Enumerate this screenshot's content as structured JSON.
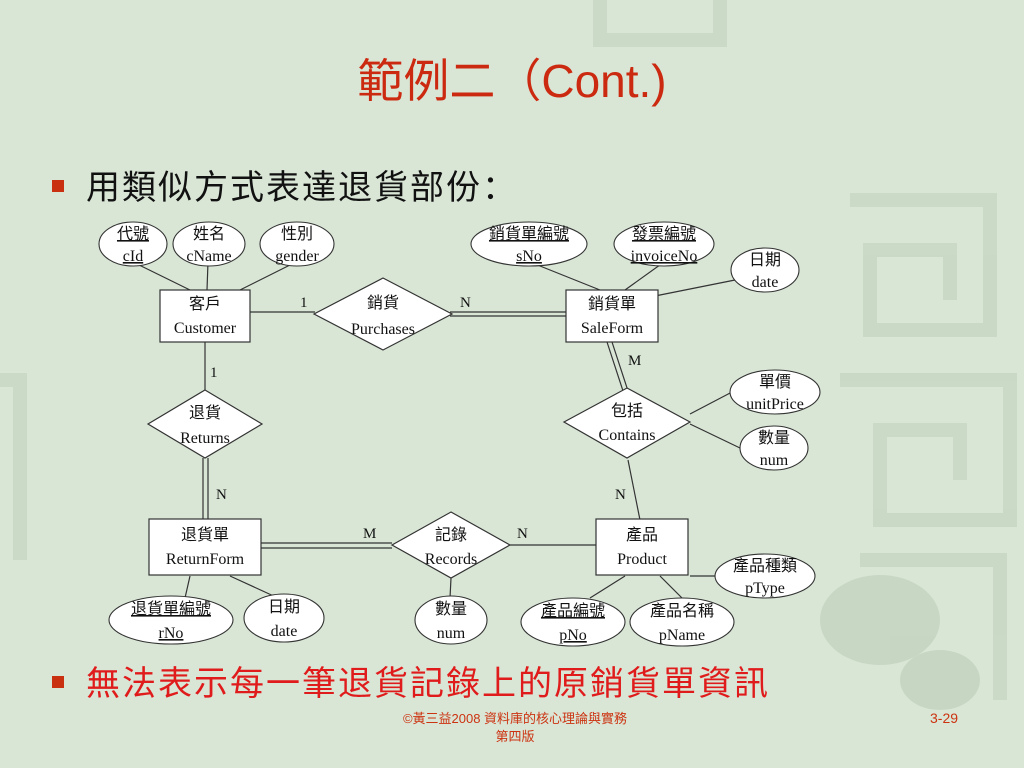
{
  "slide": {
    "title_cjk": "範例二（",
    "title_latin": "Cont.)",
    "bullet1": "用類似方式表達退貨部份：",
    "bullet2": "無法表示每一筆退貨記錄上的原銷貨單資訊",
    "footer_line1": "©黃三益2008 資料庫的核心理論與實務",
    "footer_line2": "第四版",
    "page": "3-29"
  },
  "colors": {
    "background": "#d9e6d6",
    "title": "#cc2a10",
    "warning": "#e01b1b",
    "bullet_marker": "#c8300f"
  },
  "diagram": {
    "entities": [
      {
        "id": "customer",
        "l1": "客戶",
        "l2": "Customer"
      },
      {
        "id": "saleform",
        "l1": "銷貨單",
        "l2": "SaleForm"
      },
      {
        "id": "returnform",
        "l1": "退貨單",
        "l2": "ReturnForm"
      },
      {
        "id": "product",
        "l1": "產品",
        "l2": "Product"
      }
    ],
    "relationships": [
      {
        "id": "purchases",
        "l1": "銷貨",
        "l2": "Purchases"
      },
      {
        "id": "returns",
        "l1": "退貨",
        "l2": "Returns"
      },
      {
        "id": "contains",
        "l1": "包括",
        "l2": "Contains"
      },
      {
        "id": "records",
        "l1": "記錄",
        "l2": "Records"
      }
    ],
    "attributes": [
      {
        "id": "cid",
        "l1": "代號",
        "l2": "cId",
        "key": true
      },
      {
        "id": "cname",
        "l1": "姓名",
        "l2": "cName",
        "key": false
      },
      {
        "id": "gender",
        "l1": "性別",
        "l2": "gender",
        "key": false
      },
      {
        "id": "sno",
        "l1": "銷貨單編號",
        "l2": "sNo",
        "key": true
      },
      {
        "id": "invoiceno",
        "l1": "發票編號",
        "l2": "invoiceNo",
        "key": true
      },
      {
        "id": "sdate",
        "l1": "日期",
        "l2": "date",
        "key": false
      },
      {
        "id": "unitprice",
        "l1": "單價",
        "l2": "unitPrice",
        "key": false
      },
      {
        "id": "cnum",
        "l1": "數量",
        "l2": "num",
        "key": false
      },
      {
        "id": "ptype",
        "l1": "產品種類",
        "l2": "pType",
        "key": false
      },
      {
        "id": "pno",
        "l1": "產品編號",
        "l2": "pNo",
        "key": true
      },
      {
        "id": "pname",
        "l1": "產品名稱",
        "l2": "pName",
        "key": false
      },
      {
        "id": "rnum",
        "l1": "數量",
        "l2": "num",
        "key": false
      },
      {
        "id": "rno",
        "l1": "退貨單編號",
        "l2": "rNo",
        "key": true
      },
      {
        "id": "rdate",
        "l1": "日期",
        "l2": "date",
        "key": false
      }
    ],
    "cardinalities": [
      {
        "id": "c_pur_cust",
        "text": "1"
      },
      {
        "id": "c_pur_sale",
        "text": "N"
      },
      {
        "id": "c_ret_cust",
        "text": "1"
      },
      {
        "id": "c_ret_rf",
        "text": "N"
      },
      {
        "id": "c_con_sale",
        "text": "M"
      },
      {
        "id": "c_con_prod",
        "text": "N"
      },
      {
        "id": "c_rec_rf",
        "text": "M"
      },
      {
        "id": "c_rec_prod",
        "text": "N"
      }
    ]
  }
}
